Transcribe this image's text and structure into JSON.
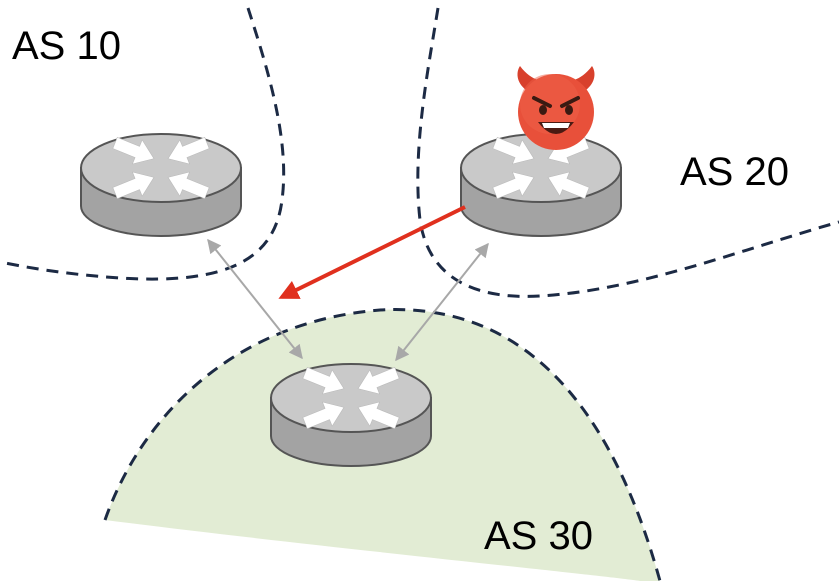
{
  "labels": {
    "as10": "AS 10",
    "as20": "AS 20",
    "as30": "AS 30"
  },
  "icons": {
    "router": "router-icon",
    "attacker": "devil-face-emoji"
  },
  "colors": {
    "boundary": "#1c2a44",
    "as30_fill": "#e2ecd4",
    "router_body": "#a3a3a3",
    "router_top": "#c9c9c9",
    "link": "#a8a8a8",
    "hijack_arrow": "#e0301e",
    "devil": "#e8503a"
  }
}
